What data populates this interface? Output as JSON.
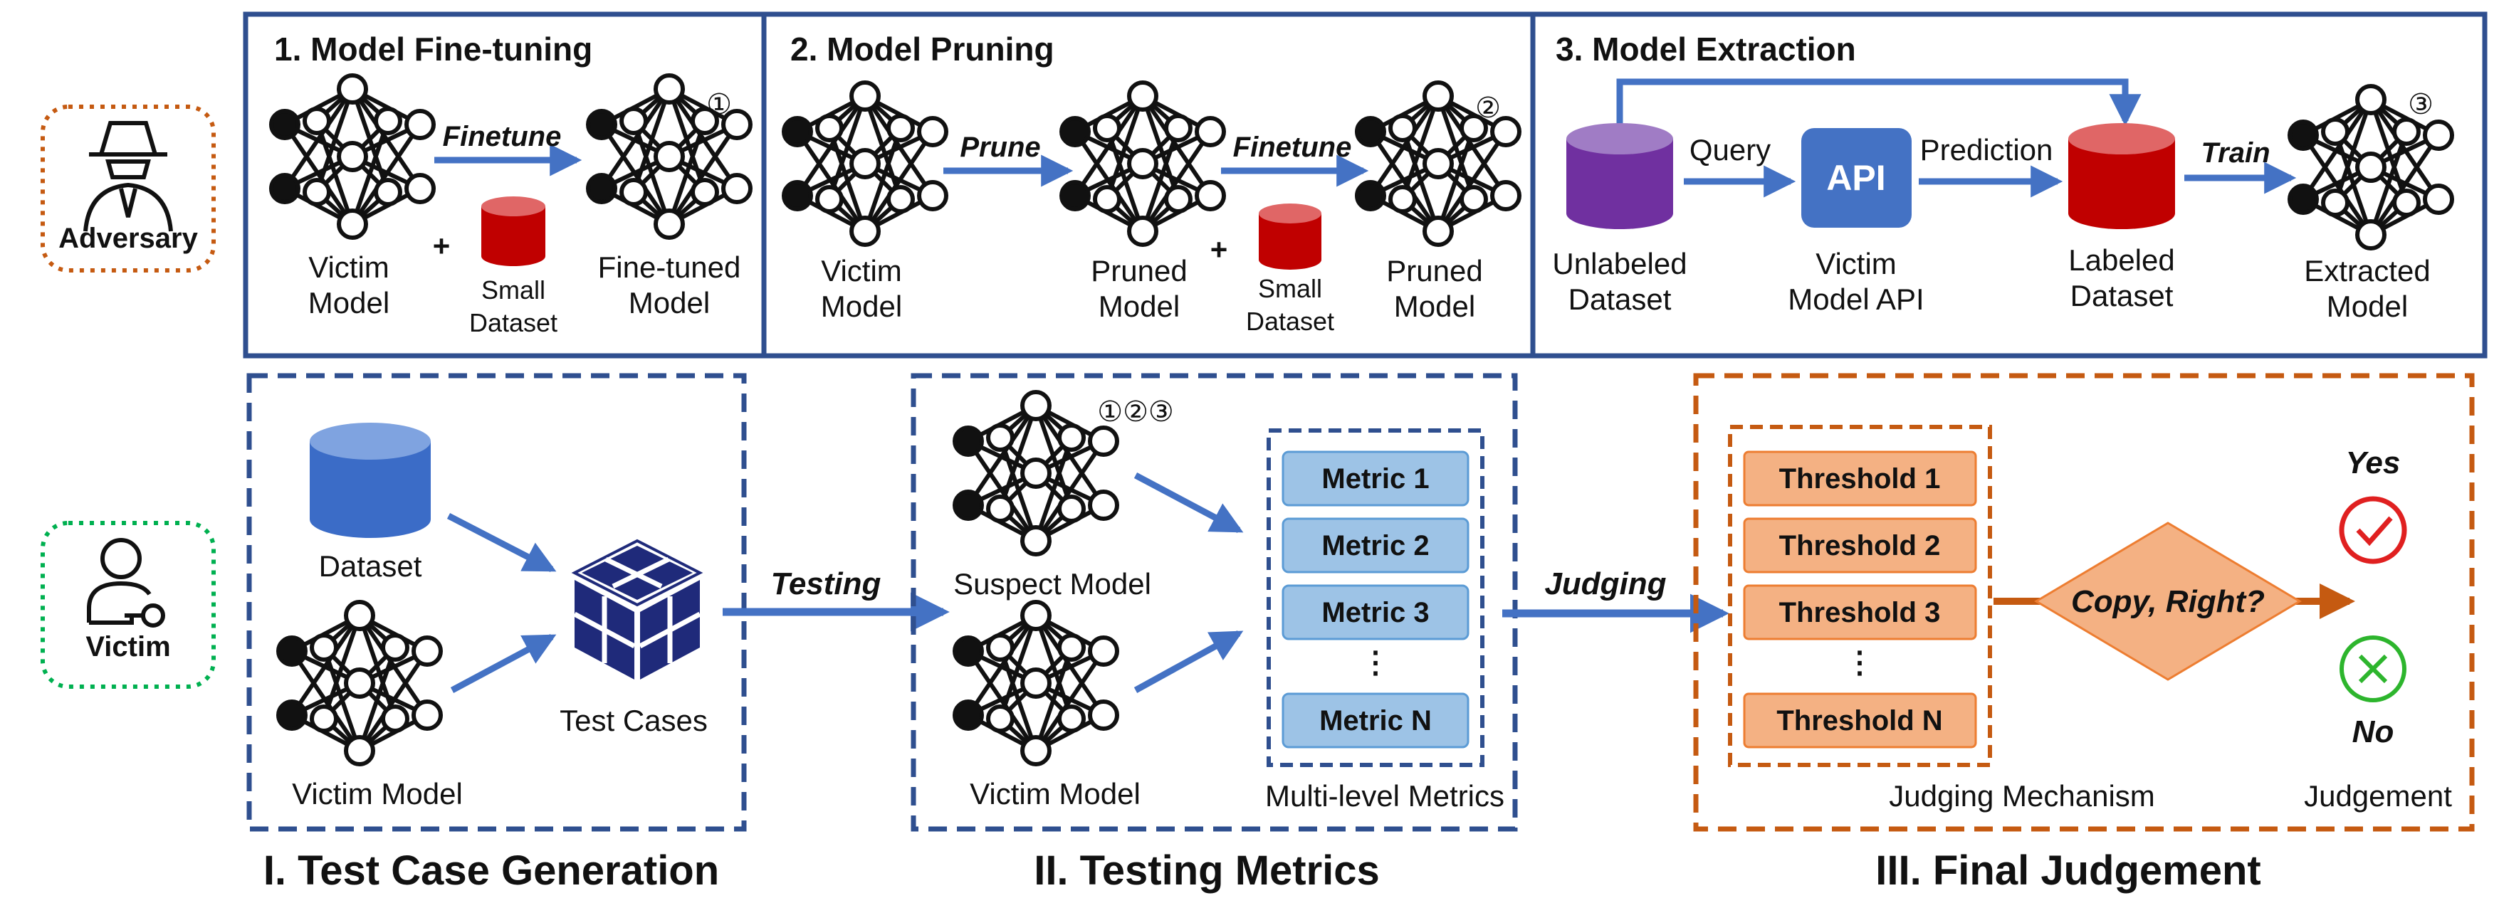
{
  "colors": {
    "frame_blue": "#2f4f8f",
    "arrow_blue": "#4472c4",
    "db_red": "#c00000",
    "db_blue": "#4472c4",
    "db_purple": "#7030a0",
    "metric_fill": "#9dc3e6",
    "threshold_fill": "#f4b183",
    "judge_orange": "#c55a11",
    "adversary_orange": "#c55a11",
    "victim_green": "#00b050",
    "api_fill": "#4472c4",
    "cube_navy": "#1f2a7a",
    "yes_red": "#e02020",
    "no_green": "#2db52d"
  },
  "roles": {
    "adversary": {
      "label": "Adversary",
      "icon": "spy-icon"
    },
    "victim": {
      "label": "Victim",
      "icon": "user-key-icon"
    }
  },
  "attacks": {
    "finetuning": {
      "title": "1. Model Fine-tuning",
      "action": "Finetune",
      "marker": "①",
      "plus": "+",
      "source_line1": "Victim",
      "source_line2": "Model",
      "data_line1": "Small",
      "data_line2": "Dataset",
      "result_line1": "Fine-tuned",
      "result_line2": "Model"
    },
    "pruning": {
      "title": "2. Model Pruning",
      "action1": "Prune",
      "action2": "Finetune",
      "marker": "②",
      "plus": "+",
      "source_line1": "Victim",
      "source_line2": "Model",
      "mid_line1": "Pruned",
      "mid_line2": "Model",
      "data_line1": "Small",
      "data_line2": "Dataset",
      "result_line1": "Pruned",
      "result_line2": "Model"
    },
    "extraction": {
      "title": "3. Model Extraction",
      "query": "Query",
      "prediction": "Prediction",
      "train": "Train",
      "api": "API",
      "marker": "③",
      "unlabeled_line1": "Unlabeled",
      "unlabeled_line2": "Dataset",
      "api_line1": "Victim",
      "api_line2": "Model API",
      "labeled_line1": "Labeled",
      "labeled_line2": "Dataset",
      "result_line1": "Extracted",
      "result_line2": "Model"
    }
  },
  "generation": {
    "section": "I. Test Case Generation",
    "dataset": "Dataset",
    "victim_model": "Victim Model",
    "test_cases": "Test Cases"
  },
  "testing": {
    "arrow_label": "Testing",
    "section": "II. Testing Metrics",
    "suspect_model": "Suspect Model",
    "markers": "①②③",
    "victim_model": "Victim Model",
    "metrics_caption": "Multi-level Metrics",
    "metrics": [
      "Metric 1",
      "Metric 2",
      "Metric 3",
      "Metric N"
    ],
    "ellipsis": "⋮"
  },
  "judgement": {
    "arrow_label": "Judging",
    "section": "III. Final Judgement",
    "thresholds": [
      "Threshold 1",
      "Threshold 2",
      "Threshold 3",
      "Threshold N"
    ],
    "ellipsis": "⋮",
    "decision": "Copy, Right?",
    "mechanism_caption": "Judging Mechanism",
    "yes": "Yes",
    "no": "No",
    "judgement_caption": "Judgement"
  }
}
